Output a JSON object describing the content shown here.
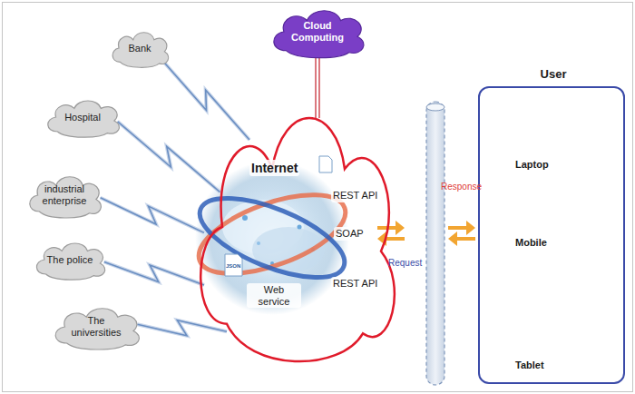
{
  "diagram": {
    "nodes": [
      {
        "text": [
          "Bank"
        ]
      },
      {
        "text": [
          "Hospital"
        ]
      },
      {
        "text": [
          "industrial enterprise"
        ]
      },
      {
        "text": [
          "The police"
        ]
      },
      {
        "text": [
          "The universities"
        ]
      },
      {
        "text": [
          "Cloud Computing"
        ]
      },
      {
        "text": [
          "Internet",
          "REST API",
          "SOAP",
          "REST API",
          "Web service"
        ]
      },
      {
        "text": [
          "User"
        ]
      }
    ],
    "edges": [
      {
        "from": 0,
        "to": 6,
        "arrow": "none"
      },
      {
        "from": 1,
        "to": 6,
        "arrow": "none"
      },
      {
        "from": 2,
        "to": 6,
        "arrow": "none"
      },
      {
        "from": 3,
        "to": 6,
        "arrow": "none"
      },
      {
        "from": 4,
        "to": 6,
        "arrow": "none"
      },
      {
        "from": 5,
        "to": 6,
        "arrow": "none"
      }
    ],
    "labels": [
      "Response",
      "Request",
      "Laptop",
      "Mobile",
      "Tablet",
      "JSON"
    ]
  }
}
